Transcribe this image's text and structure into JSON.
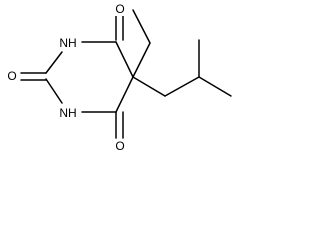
{
  "molecule": {
    "atom_labels": {
      "o_top": "O",
      "nh_top": "NH",
      "o_left": "O",
      "nh_bottom": "NH",
      "o_bottom": "O"
    }
  }
}
